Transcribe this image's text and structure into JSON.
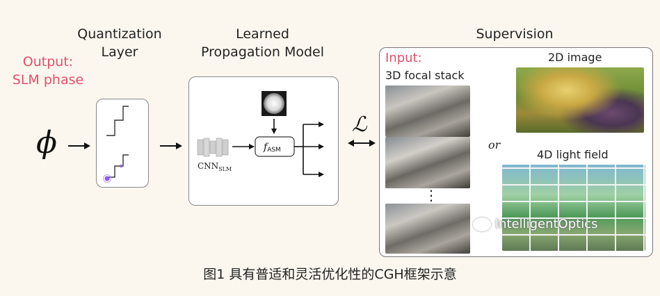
{
  "headers": {
    "quant_line1": "Quantization",
    "quant_line2": "Layer",
    "learned_line1": "Learned",
    "learned_line2": "Propagation Model",
    "supervision": "Supervision"
  },
  "output": {
    "line1": "Output:",
    "line2": "SLM phase"
  },
  "symbols": {
    "phi": "ϕ",
    "loss": "ℒ",
    "fasm_f": "f",
    "fasm_sub": "ASM",
    "cnn": "CNN",
    "cnn_sub": "SLM"
  },
  "supervision": {
    "input_label": "Input:",
    "focal_stack": "3D focal stack",
    "image2d": "2D image",
    "or": "or",
    "lightfield": "4D light field",
    "ellipsis": "⋮"
  },
  "watermark": "IntelligentOptics",
  "caption": "图1 具有普适和灵活优化性的CGH框架示意",
  "colors": {
    "accent_red": "#e0506a",
    "purple": "#8a5cf0",
    "background": "#fbf7ef"
  }
}
